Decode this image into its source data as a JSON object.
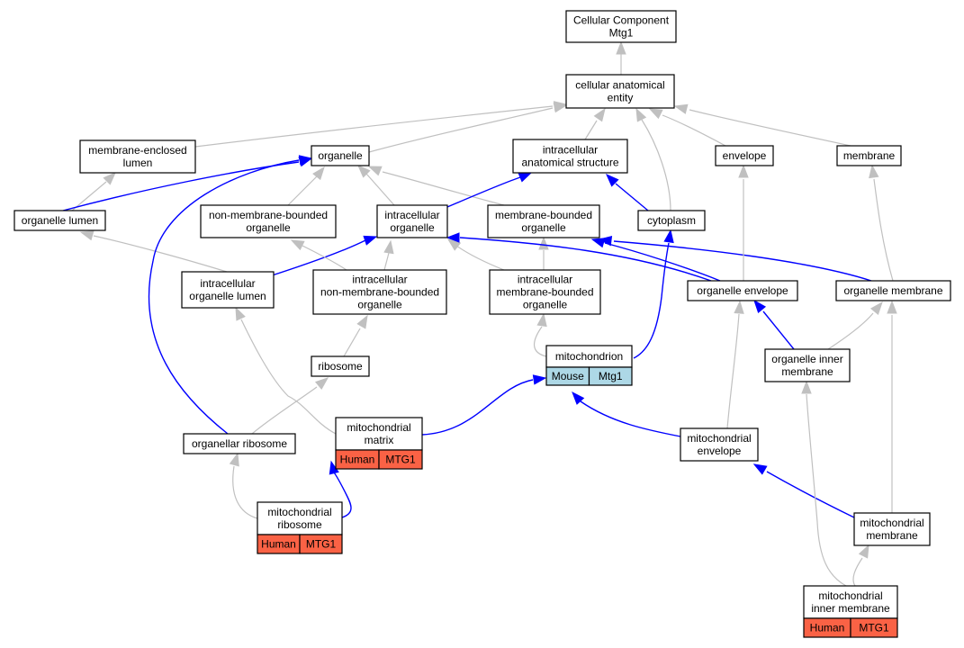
{
  "colors": {
    "edge_gray": "#c0c0c0",
    "edge_blue": "#0000ff",
    "human_fill": "#fa6245",
    "mouse_fill": "#add8e6",
    "node_border": "#000000"
  },
  "nodes": {
    "root": [
      "Cellular Component",
      "Mtg1"
    ],
    "cae": [
      "cellular anatomical",
      "entity"
    ],
    "mel": [
      "membrane-enclosed",
      "lumen"
    ],
    "organelle": [
      "organelle"
    ],
    "ias": [
      "intracellular",
      "anatomical structure"
    ],
    "envelope": [
      "envelope"
    ],
    "membrane": [
      "membrane"
    ],
    "ol": [
      "organelle lumen"
    ],
    "nmbo": [
      "non-membrane-bounded",
      "organelle"
    ],
    "io": [
      "intracellular",
      "organelle"
    ],
    "mbo": [
      "membrane-bounded",
      "organelle"
    ],
    "cytoplasm": [
      "cytoplasm"
    ],
    "iol": [
      "intracellular",
      "organelle lumen"
    ],
    "inmbo": [
      "intracellular",
      "non-membrane-bounded",
      "organelle"
    ],
    "imbo": [
      "intracellular",
      "membrane-bounded",
      "organelle"
    ],
    "oenv": [
      "organelle envelope"
    ],
    "omem": [
      "organelle membrane"
    ],
    "mito": [
      "mitochondrion"
    ],
    "ribosome": [
      "ribosome"
    ],
    "oim": [
      "organelle inner",
      "membrane"
    ],
    "matrix": [
      "mitochondrial",
      "matrix"
    ],
    "oribo": [
      "organellar ribosome"
    ],
    "menv": [
      "mitochondrial",
      "envelope"
    ],
    "mmem": [
      "mitochondrial",
      "membrane"
    ],
    "mribo": [
      "mitochondrial",
      "ribosome"
    ],
    "mim": [
      "mitochondrial",
      "inner membrane"
    ]
  },
  "annotations": {
    "mito": [
      "Mouse",
      "Mtg1"
    ],
    "matrix": [
      "Human",
      "MTG1"
    ],
    "mribo": [
      "Human",
      "MTG1"
    ],
    "mim": [
      "Human",
      "MTG1"
    ]
  }
}
